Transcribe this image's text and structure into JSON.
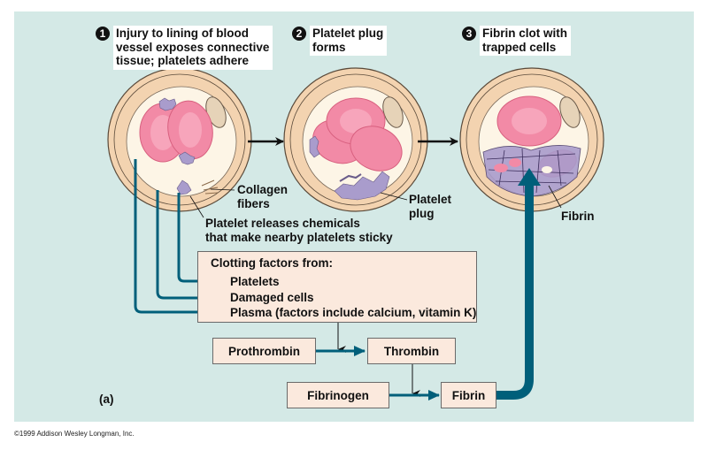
{
  "figure": {
    "panel_label": "(a)",
    "copyright": "©1999 Addison Wesley Longman, Inc.",
    "colors": {
      "background": "#d4e9e6",
      "arrow_teal": "#005f7a",
      "box_fill": "#fbe9dd",
      "vessel_wall": "#f3d3b0",
      "red_blood_cell": "#f28aa6",
      "platelet": "#a99ccc",
      "lumen": "#fdf5e6"
    }
  },
  "steps": [
    {
      "number": "1",
      "text": "Injury to lining of blood\nvessel exposes connective\ntissue; platelets adhere"
    },
    {
      "number": "2",
      "text": "Platelet plug\nforms"
    },
    {
      "number": "3",
      "text": "Fibrin clot with\ntrapped cells"
    }
  ],
  "callouts": {
    "collagen": "Collagen\nfibers",
    "platelet_releases": "Platelet releases chemicals\nthat make nearby platelets sticky",
    "platelet_plug": "Platelet\nplug",
    "fibrin": "Fibrin"
  },
  "clotting_factors": {
    "title": "Clotting factors from:",
    "items": [
      "Platelets",
      "Damaged cells",
      "Plasma (factors include calcium, vitamin K)"
    ]
  },
  "cascade": {
    "prothrombin": "Prothrombin",
    "thrombin": "Thrombin",
    "fibrinogen": "Fibrinogen",
    "fibrin": "Fibrin"
  }
}
